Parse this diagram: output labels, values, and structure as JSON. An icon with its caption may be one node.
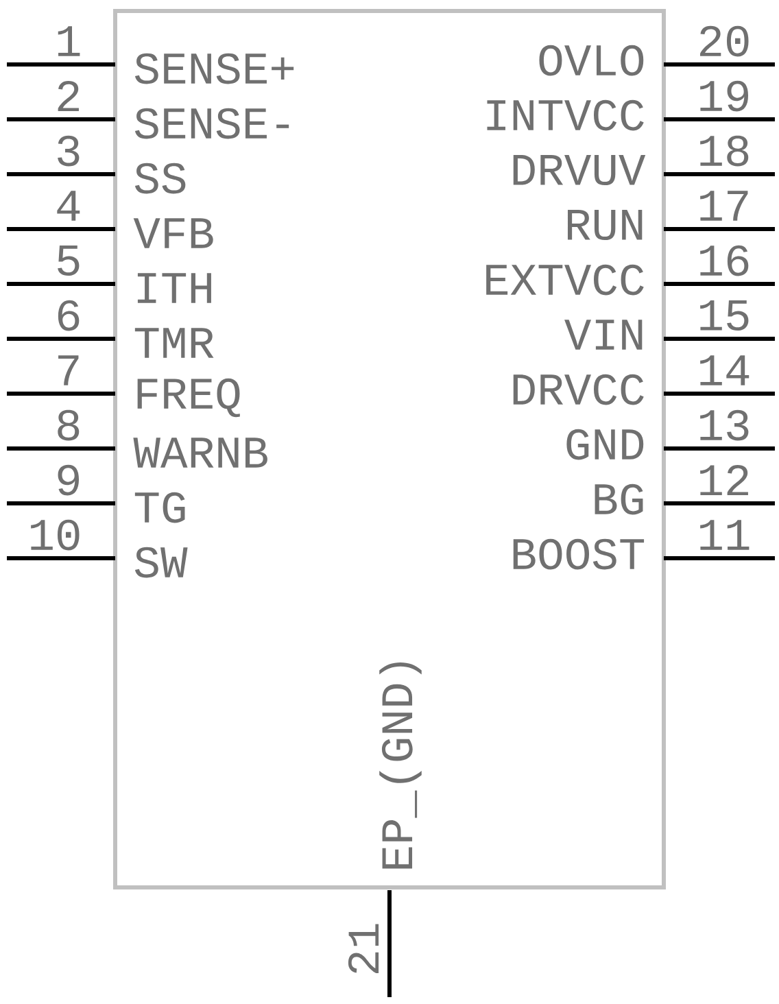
{
  "diagram": {
    "labels": [
      "1",
      "SENSE+",
      "OVLO",
      "20",
      "2",
      "SENSE-",
      "INTVCC",
      "19",
      "3",
      "SS",
      "DRVUV",
      "18",
      "4",
      "VFB",
      "RUN",
      "17",
      "5",
      "ITH",
      "EXTVCC",
      "16",
      "6",
      "TMR",
      "VIN",
      "15",
      "7",
      "FREQ",
      "DRVCC",
      "14",
      "8",
      "WARNB",
      "GND",
      "13",
      "9",
      "TG",
      "BG",
      "12",
      "10",
      "SW",
      "BOOST",
      "11",
      "EP_(GND)",
      "21"
    ]
  }
}
